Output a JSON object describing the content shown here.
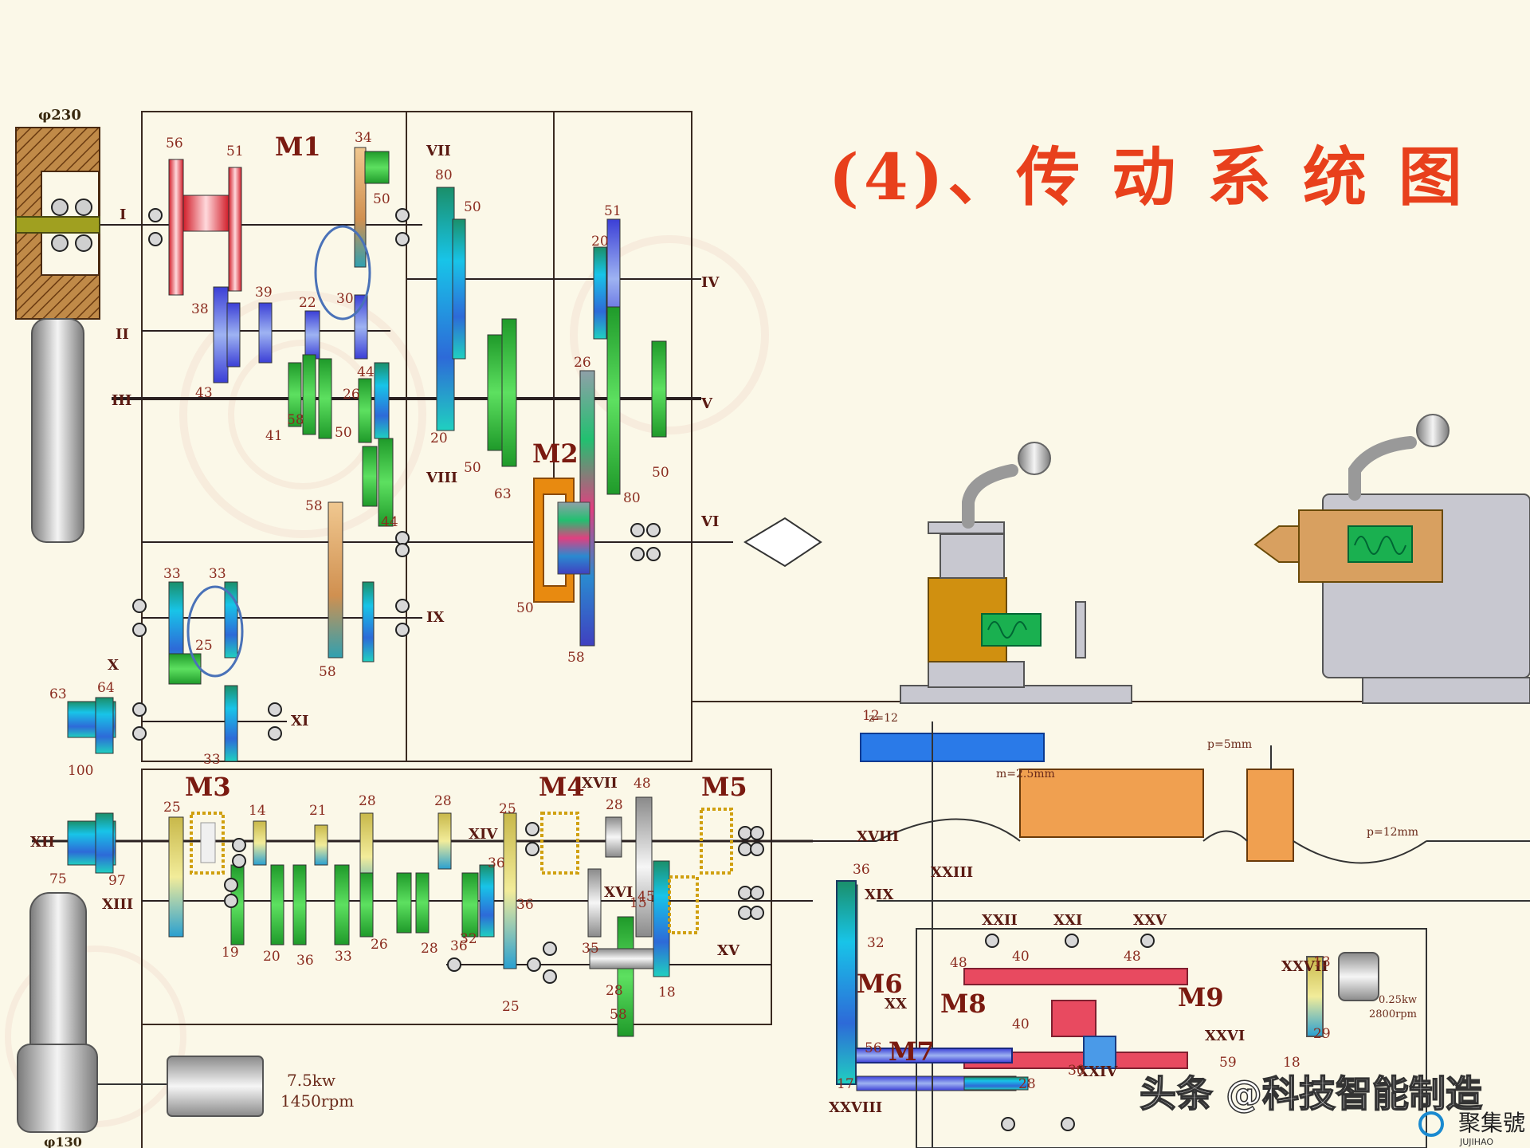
{
  "title": "(4)、传 动 系 统 图",
  "watermark": "头条 @科技智能制造",
  "logo_text": "聚集號",
  "logo_sub": "JUJIHAO",
  "colors": {
    "title": "#e8401c",
    "line": "#3a2a20",
    "background": "#fbf8e8",
    "circle": "#4a72b8",
    "pulley": "#b07a3c"
  },
  "motor": {
    "power": "7.5kw",
    "speed": "1450rpm"
  },
  "small_motor": {
    "power": "0.25kw",
    "speed": "2800rpm"
  },
  "pulleys": {
    "top": "φ230",
    "bottom": "φ130"
  },
  "clutches": [
    "M1",
    "M2",
    "M3",
    "M4",
    "M5",
    "M6",
    "M7",
    "M8",
    "M9"
  ],
  "shafts": [
    "I",
    "II",
    "III",
    "IV",
    "V",
    "VI",
    "VII",
    "VIII",
    "IX",
    "X",
    "XI",
    "XII",
    "XIII",
    "XIV",
    "XV",
    "XVI",
    "XVII",
    "XVIII",
    "XIX",
    "XX",
    "XXI",
    "XXII",
    "XXIII",
    "XXIV",
    "XXV",
    "XXVI",
    "XXVII",
    "XXVIII"
  ],
  "gear_numbers": [
    "56",
    "51",
    "34",
    "50",
    "80",
    "50",
    "51",
    "20",
    "38",
    "39",
    "22",
    "30",
    "44",
    "43",
    "41",
    "58",
    "50",
    "20",
    "50",
    "63",
    "26",
    "80",
    "50",
    "58",
    "26",
    "44",
    "33",
    "33",
    "25",
    "58",
    "50",
    "58",
    "63",
    "64",
    "100",
    "75",
    "97",
    "33",
    "25",
    "14",
    "21",
    "28",
    "28",
    "25",
    "48",
    "28",
    "36",
    "19",
    "20",
    "36",
    "33",
    "26",
    "28",
    "36",
    "32",
    "36",
    "45",
    "15",
    "58",
    "35",
    "25",
    "18",
    "28",
    "36",
    "32",
    "56",
    "48",
    "40",
    "48",
    "40",
    "13",
    "29",
    "59",
    "18",
    "17",
    "28",
    "30",
    "12"
  ],
  "specs": {
    "rack_module": "z=12",
    "rack_m": "m=2.5mm",
    "lead_screw": "p=5mm",
    "feed_rod": "p=12mm"
  }
}
